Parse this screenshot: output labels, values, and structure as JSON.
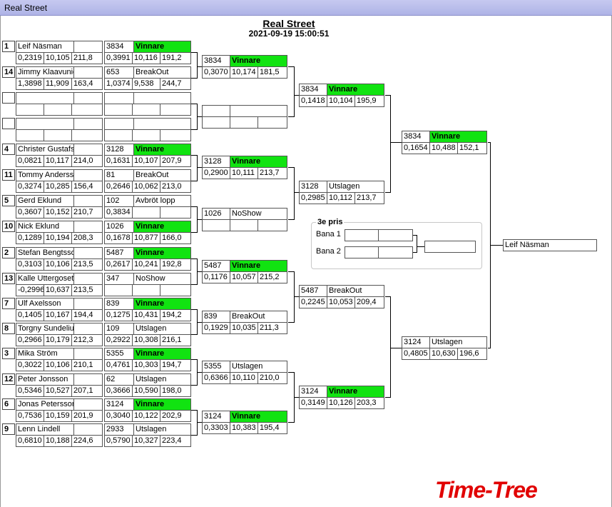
{
  "window": {
    "title": "Real Street"
  },
  "header": {
    "title": "Real Street",
    "datetime": "2021-09-19 15:00:51"
  },
  "seeds": [
    {
      "label": "1",
      "name": "Leif Näsman",
      "stats": [
        "0,2319",
        "10,105",
        "211,8"
      ]
    },
    {
      "label": "14",
      "name": "Jimmy Klaavuniemi",
      "stats": [
        "1,3898",
        "11,909",
        "163,4"
      ]
    },
    {
      "label": "",
      "name": "",
      "stats": [
        "",
        "",
        ""
      ]
    },
    {
      "label": "",
      "name": "",
      "stats": [
        "",
        "",
        ""
      ]
    },
    {
      "label": "4",
      "name": "Christer Gustafsson",
      "stats": [
        "0,0821",
        "10,117",
        "214,0"
      ]
    },
    {
      "label": "11",
      "name": "Tommy Andersson",
      "stats": [
        "0,3274",
        "10,285",
        "156,4"
      ]
    },
    {
      "label": "5",
      "name": "Gerd Eklund",
      "stats": [
        "0,3607",
        "10,152",
        "210,7"
      ]
    },
    {
      "label": "10",
      "name": "Nick Eklund",
      "stats": [
        "0,1289",
        "10,194",
        "208,3"
      ]
    },
    {
      "label": "2",
      "name": "Stefan Bengtsson",
      "stats": [
        "0,3103",
        "10,106",
        "213,5"
      ]
    },
    {
      "label": "13",
      "name": "Kalle Uttergoset Aurell",
      "stats": [
        "-0,2996",
        "10,637",
        "213,5"
      ]
    },
    {
      "label": "7",
      "name": "Ulf Axelsson",
      "stats": [
        "0,1405",
        "10,167",
        "194,4"
      ]
    },
    {
      "label": "8",
      "name": "Torgny Sundelius",
      "stats": [
        "0,2966",
        "10,179",
        "212,3"
      ]
    },
    {
      "label": "3",
      "name": "Mika Ström",
      "stats": [
        "0,3022",
        "10,106",
        "210,1"
      ]
    },
    {
      "label": "12",
      "name": "Peter Jonsson",
      "stats": [
        "0,5346",
        "10,527",
        "207,1"
      ]
    },
    {
      "label": "6",
      "name": "Jonas Petersson",
      "stats": [
        "0,7536",
        "10,159",
        "201,9"
      ]
    },
    {
      "label": "9",
      "name": "Lenn Lindell",
      "stats": [
        "0,6810",
        "10,188",
        "224,6"
      ]
    }
  ],
  "round1": [
    {
      "id": "3834",
      "result": "Vinnare",
      "stats": [
        "0,3991",
        "10,116",
        "191,2"
      ]
    },
    {
      "id": "653",
      "result": "BreakOut",
      "stats": [
        "1,0374",
        "9,538",
        "244,7"
      ]
    },
    {
      "id": "",
      "result": "",
      "stats": [
        "",
        "",
        ""
      ]
    },
    {
      "id": "",
      "result": "",
      "stats": [
        "",
        "",
        ""
      ]
    },
    {
      "id": "3128",
      "result": "Vinnare",
      "stats": [
        "0,1631",
        "10,107",
        "207,9"
      ]
    },
    {
      "id": "81",
      "result": "BreakOut",
      "stats": [
        "0,2646",
        "10,062",
        "213,0"
      ]
    },
    {
      "id": "102",
      "result": "Avbröt lopp",
      "stats": [
        "0,3834",
        "",
        ""
      ]
    },
    {
      "id": "1026",
      "result": "Vinnare",
      "stats": [
        "0,1678",
        "10,877",
        "166,0"
      ]
    },
    {
      "id": "5487",
      "result": "Vinnare",
      "stats": [
        "0,2617",
        "10,241",
        "192,8"
      ]
    },
    {
      "id": "347",
      "result": "NoShow",
      "stats": [
        "",
        "",
        ""
      ]
    },
    {
      "id": "839",
      "result": "Vinnare",
      "stats": [
        "0,1275",
        "10,431",
        "194,2"
      ]
    },
    {
      "id": "109",
      "result": "Utslagen",
      "stats": [
        "0,2922",
        "10,308",
        "216,1"
      ]
    },
    {
      "id": "5355",
      "result": "Vinnare",
      "stats": [
        "0,4761",
        "10,303",
        "194,7"
      ]
    },
    {
      "id": "62",
      "result": "Utslagen",
      "stats": [
        "0,3666",
        "10,590",
        "198,0"
      ]
    },
    {
      "id": "3124",
      "result": "Vinnare",
      "stats": [
        "0,3040",
        "10,122",
        "202,9"
      ]
    },
    {
      "id": "2933",
      "result": "Utslagen",
      "stats": [
        "0,5790",
        "10,327",
        "223,4"
      ]
    }
  ],
  "round2": [
    {
      "id": "3834",
      "result": "Vinnare",
      "stats": [
        "0,3070",
        "10,174",
        "181,5"
      ]
    },
    {
      "id": "",
      "result": "",
      "stats": [
        "",
        "",
        ""
      ]
    },
    {
      "id": "3128",
      "result": "Vinnare",
      "stats": [
        "0,2900",
        "10,111",
        "213,7"
      ]
    },
    {
      "id": "1026",
      "result": "NoShow",
      "stats": [
        "",
        "",
        ""
      ]
    },
    {
      "id": "5487",
      "result": "Vinnare",
      "stats": [
        "0,1176",
        "10,057",
        "215,2"
      ]
    },
    {
      "id": "839",
      "result": "BreakOut",
      "stats": [
        "0,1929",
        "10,035",
        "211,3"
      ]
    },
    {
      "id": "5355",
      "result": "Utslagen",
      "stats": [
        "0,6366",
        "10,110",
        "210,0"
      ]
    },
    {
      "id": "3124",
      "result": "Vinnare",
      "stats": [
        "0,3303",
        "10,383",
        "195,4"
      ]
    }
  ],
  "round3": [
    {
      "id": "3834",
      "result": "Vinnare",
      "stats": [
        "0,1418",
        "10,104",
        "195,9"
      ]
    },
    {
      "id": "3128",
      "result": "Utslagen",
      "stats": [
        "0,2985",
        "10,112",
        "213,7"
      ]
    },
    {
      "id": "5487",
      "result": "BreakOut",
      "stats": [
        "0,2245",
        "10,053",
        "209,4"
      ]
    },
    {
      "id": "3124",
      "result": "Vinnare",
      "stats": [
        "0,3149",
        "10,126",
        "203,3"
      ]
    }
  ],
  "round4": [
    {
      "id": "3834",
      "result": "Vinnare",
      "stats": [
        "0,1654",
        "10,488",
        "152,1"
      ]
    },
    {
      "id": "3124",
      "result": "Utslagen",
      "stats": [
        "0,4805",
        "10,630",
        "196,6"
      ]
    }
  ],
  "champion": {
    "name": "Leif Näsman"
  },
  "bronze": {
    "title": "3e pris",
    "lane1": "Bana 1",
    "lane2": "Bana 2"
  },
  "logo": {
    "text": "Time-Tree",
    "color": "#e10000"
  },
  "colors": {
    "winner": "#11e311",
    "titlebar": "#aeb3e6"
  }
}
